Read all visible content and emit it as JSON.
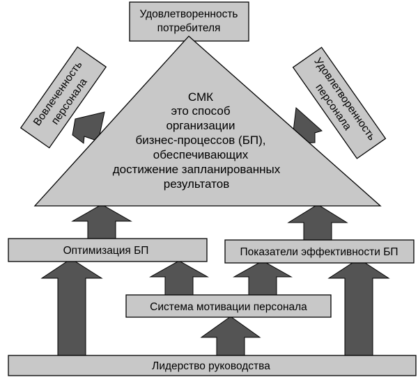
{
  "top_box": {
    "line1": "Удовлетворенность",
    "line2": "потребителя"
  },
  "triangle": {
    "lines": [
      "СМК",
      "это способ",
      "организации",
      "бизнес-процессов (БП),",
      "обеспечивающих",
      "достижение запланированных",
      "результатов"
    ]
  },
  "left_tilted_box": {
    "line1": "Вовлеченность",
    "line2": "персонала"
  },
  "right_tilted_box": {
    "line1": "Удовлетворенность",
    "line2": "персонала"
  },
  "optimization_box": {
    "label": "Оптимизация БП"
  },
  "indicators_box": {
    "label": "Показатели эффективности БП"
  },
  "motivation_box": {
    "label": "Система мотивации персонала"
  },
  "leadership_box": {
    "label": "Лидерство руководства"
  },
  "colors": {
    "box_fill": "#c8c8c8",
    "arrow_fill": "#545454",
    "stroke": "#000000"
  }
}
